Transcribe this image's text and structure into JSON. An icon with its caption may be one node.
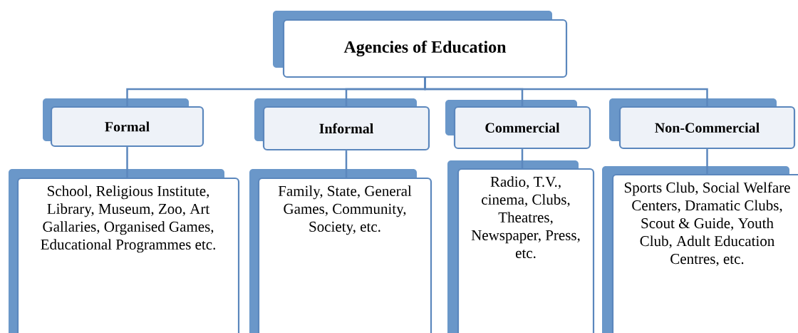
{
  "diagram": {
    "nodes": [
      {
        "text": [
          "Agencies of Education"
        ]
      },
      {
        "text": [
          "Formal"
        ]
      },
      {
        "text": [
          "Informal"
        ]
      },
      {
        "text": [
          "Commercial"
        ]
      },
      {
        "text": [
          "Non-Commercial"
        ]
      },
      {
        "text": [
          "School, Religious Institute, Library, Museum, Zoo, Art Gallaries, Organised Games, Educational Programmes etc."
        ]
      },
      {
        "text": [
          "Family, State, General Games, Community, Society, etc."
        ]
      },
      {
        "text": [
          "Radio, T.V., cinema, Clubs, Theatres, Newspaper, Press, etc."
        ]
      },
      {
        "text": [
          "Sports Club, Social Welfare Centers, Dramatic Clubs, Scout & Guide, Youth Club, Adult Education Centres, etc."
        ]
      }
    ],
    "edges": [
      {
        "from": 0,
        "to": 1,
        "arrow": "none"
      },
      {
        "from": 0,
        "to": 2,
        "arrow": "none"
      },
      {
        "from": 0,
        "to": 3,
        "arrow": "none"
      },
      {
        "from": 0,
        "to": 4,
        "arrow": "none"
      },
      {
        "from": 1,
        "to": 5,
        "arrow": "none"
      },
      {
        "from": 2,
        "to": 6,
        "arrow": "none"
      },
      {
        "from": 3,
        "to": 7,
        "arrow": "none"
      },
      {
        "from": 4,
        "to": 8,
        "arrow": "none"
      }
    ]
  }
}
